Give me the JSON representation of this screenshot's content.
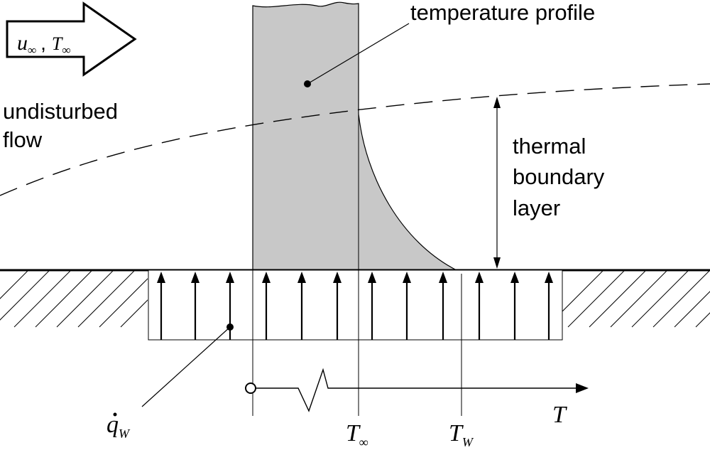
{
  "labels": {
    "flow_velocity": "u",
    "flow_velocity_sub": "∞",
    "flow_sep": ",",
    "flow_temp": "T",
    "flow_temp_sub": "∞",
    "undisturbed_line1": "undisturbed",
    "undisturbed_line2": "flow",
    "temperature_profile": "temperature profile",
    "boundary_line1": "thermal",
    "boundary_line2": "boundary",
    "boundary_line3": "layer",
    "heat_flux": "q",
    "heat_flux_sub": "W",
    "t_inf": "T",
    "t_inf_sub": "∞",
    "t_wall": "T",
    "t_wall_sub": "W",
    "t_axis": "T"
  },
  "colors": {
    "profile_fill": "#c8c8c8",
    "stroke": "#000000"
  }
}
